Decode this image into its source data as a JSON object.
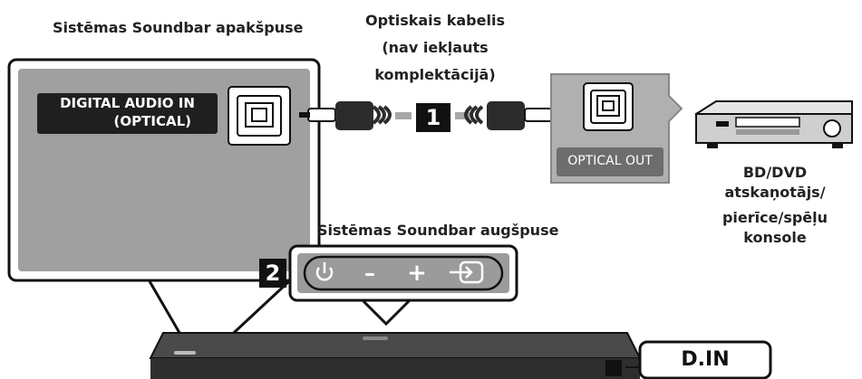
{
  "labels": {
    "soundbar_bottom": "Sistēmas Soundbar apakšpuse",
    "cable_line1": "Optiskais kabelis",
    "cable_line2": "(nav iekļauts",
    "cable_line3": "komplektācijā)",
    "device_line1": "BD/DVD atskaņotājs/",
    "device_line2": "pierīce/spēļu konsole",
    "soundbar_top": "Sistēmas Soundbar augšpuse"
  },
  "port_in": {
    "line1": "DIGITAL AUDIO IN",
    "line2": "(OPTICAL)"
  },
  "port_out": {
    "label": "OPTICAL OUT"
  },
  "steps": {
    "step1": "1",
    "step2": "2"
  },
  "controls": {
    "minus": "–",
    "plus": "+"
  },
  "display": {
    "text": "D.IN"
  },
  "icons": [
    "optical-port-icon",
    "power-icon",
    "source-icon",
    "bd-dvd-player-icon",
    "cable-plug-icon"
  ],
  "colors": {
    "panel_dark": "#1a1a1a",
    "panel_gray": "#9b9b9b",
    "soundbar": "#3a3a3a",
    "badge": "#111111"
  }
}
